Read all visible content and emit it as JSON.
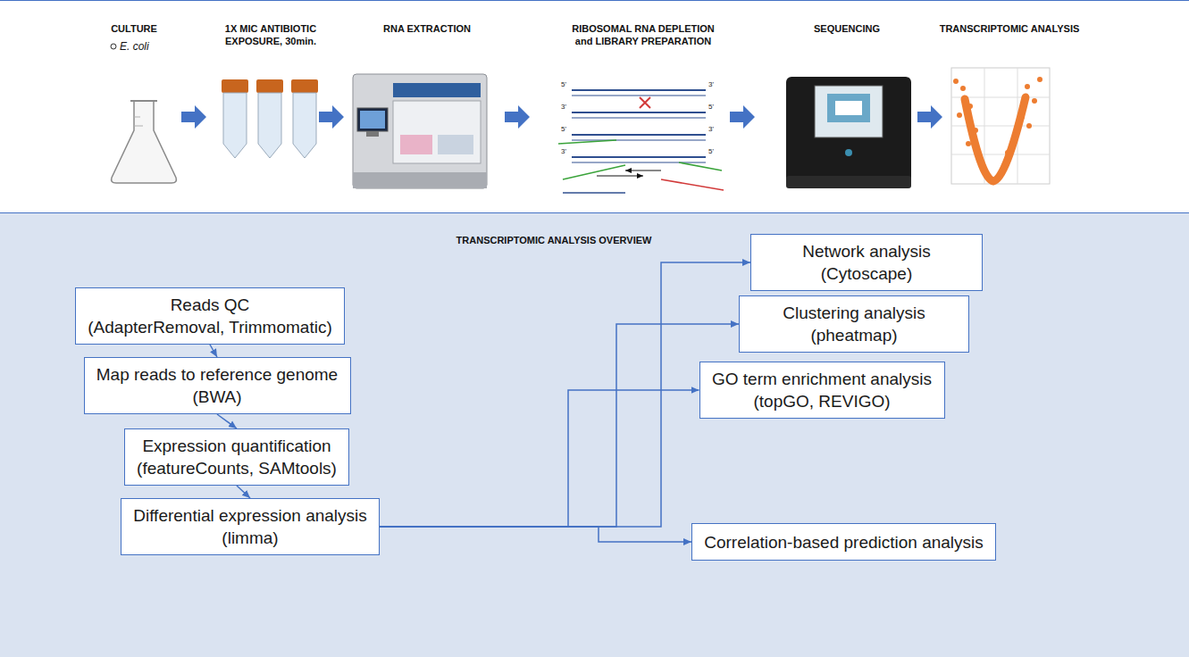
{
  "diagram": {
    "nodes": [
      {
        "text": [
          "TRANSCRIPTOMIC ANALYSIS OVERVIEW"
        ]
      },
      {
        "text": [
          "Reads QC",
          "(AdapterRemoval, Trimmomatic)"
        ],
        "in": 0
      },
      {
        "text": [
          "Map reads to reference genome",
          "(BWA)"
        ],
        "in": 0
      },
      {
        "text": [
          "Expression quantification",
          "(featureCounts, SAMtools)"
        ],
        "in": 0
      },
      {
        "text": [
          "Differential expression analysis",
          "(limma)"
        ],
        "in": 0
      },
      {
        "text": [
          "Network analysis",
          "(Cytoscape)"
        ],
        "in": 0
      },
      {
        "text": [
          "Clustering analysis",
          "(pheatmap)"
        ],
        "in": 0
      },
      {
        "text": [
          "GO term enrichment analysis",
          "(topGO, REVIGO)"
        ],
        "in": 0
      },
      {
        "text": [
          "Correlation-based prediction analysis"
        ],
        "in": 0
      }
    ],
    "edges": [
      {
        "from": 1,
        "to": 2,
        "arrow": "to"
      },
      {
        "from": 2,
        "to": 3,
        "arrow": "to"
      },
      {
        "from": 3,
        "to": 4,
        "arrow": "to"
      },
      {
        "from": 4,
        "to": 5,
        "arrow": "to"
      },
      {
        "from": 4,
        "to": 6,
        "arrow": "to"
      },
      {
        "from": 4,
        "to": 7,
        "arrow": "to"
      },
      {
        "from": 4,
        "to": 8,
        "arrow": "to"
      }
    ],
    "labels": [
      "CULTURE",
      "E. coli",
      "1X MIC ANTIBIOTIC EXPOSURE, 30min.",
      "RNA EXTRACTION",
      "RIBOSOMAL RNA DEPLETION and LIBRARY PREPARATION",
      "SEQUENCING",
      "TRANSCRIPTOMIC ANALYSIS",
      "5'",
      "3'",
      "3'",
      "5'",
      "5'",
      "3'",
      "3'",
      "5'"
    ]
  }
}
